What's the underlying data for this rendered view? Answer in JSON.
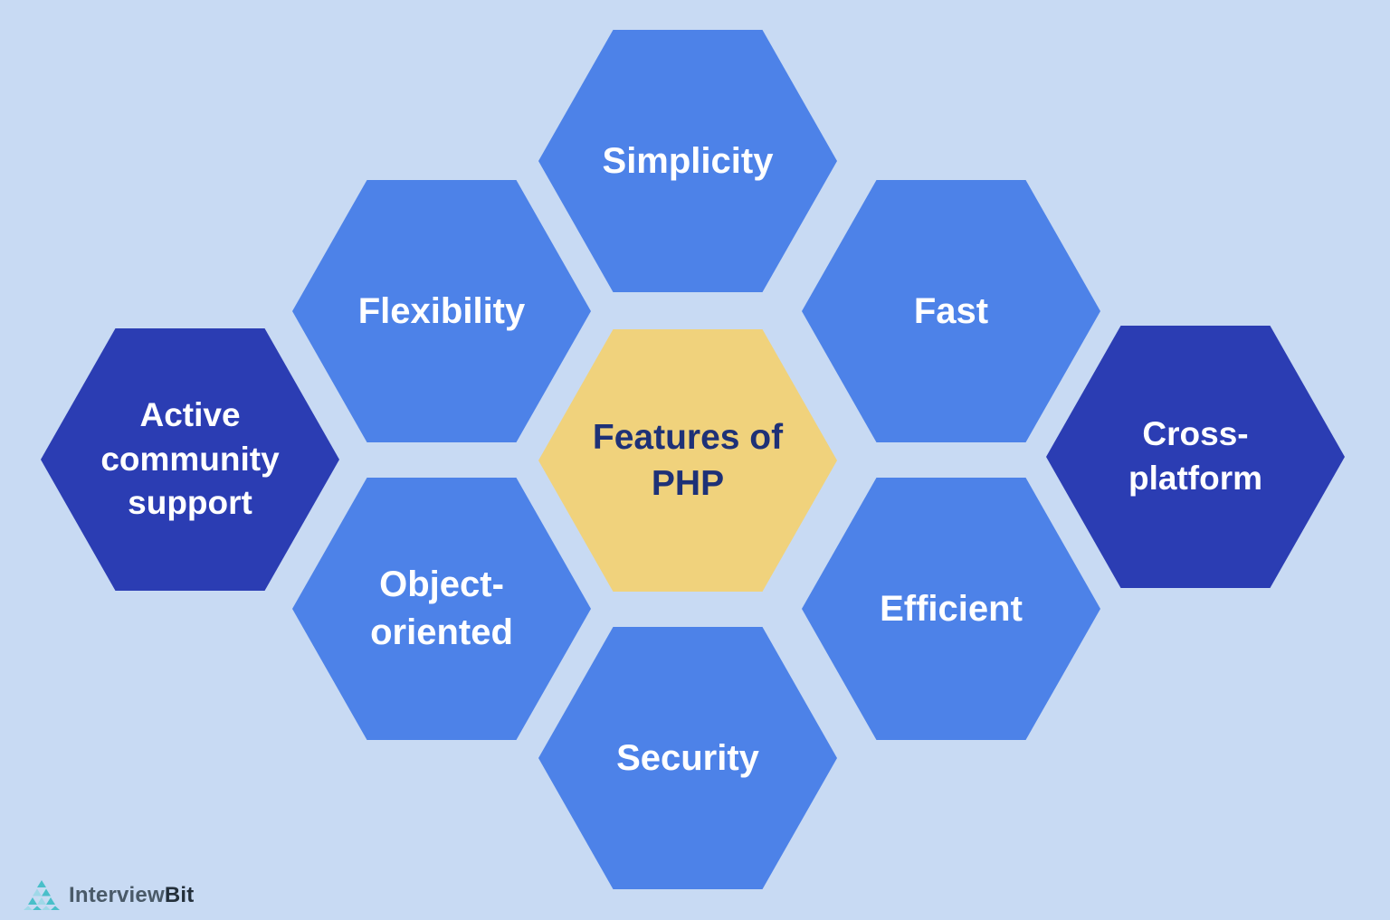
{
  "diagram": {
    "title": "Features of PHP",
    "type": "hexagon-cluster"
  },
  "colors": {
    "background": "#c8daf3",
    "hex_medium_blue": "#4d82e8",
    "hex_dark_blue": "#2b3db3",
    "hex_accent_yellow": "#f0d27c",
    "text_on_blue": "#ffffff",
    "text_on_yellow": "#1e3177"
  },
  "hexagons": [
    {
      "id": "simplicity",
      "label": "Simplicity",
      "variant": "medium"
    },
    {
      "id": "flexibility",
      "label": "Flexibility",
      "variant": "medium"
    },
    {
      "id": "fast",
      "label": "Fast",
      "variant": "medium"
    },
    {
      "id": "active-community-support",
      "label": "Active community support",
      "variant": "dark"
    },
    {
      "id": "features-of-php",
      "label": "Features of PHP",
      "variant": "accent"
    },
    {
      "id": "cross-platform",
      "label": "Cross-platform",
      "variant": "dark"
    },
    {
      "id": "object-oriented",
      "label": "Object-oriented",
      "variant": "medium"
    },
    {
      "id": "efficient",
      "label": "Efficient",
      "variant": "medium"
    },
    {
      "id": "security",
      "label": "Security",
      "variant": "medium"
    }
  ],
  "logo": {
    "primary": "Interview",
    "secondary": "Bit"
  }
}
